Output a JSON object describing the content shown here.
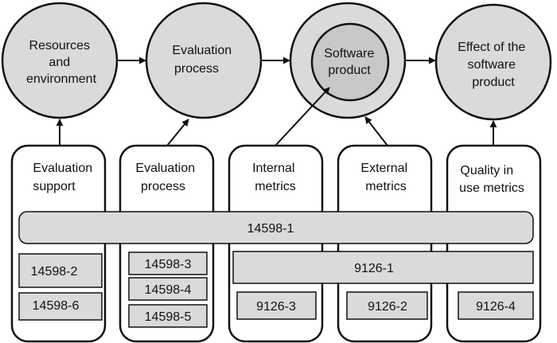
{
  "colors": {
    "fill": "#dadada",
    "fill_dark": "#c8c8c8",
    "stroke": "#111111",
    "background": "#ffffff"
  },
  "stages": {
    "resources": [
      "Resources",
      "and",
      "environment"
    ],
    "evaluation_process": [
      "Evaluation",
      "process"
    ],
    "software_product": [
      "Software",
      "product"
    ],
    "effect": [
      "Effect of the",
      "software",
      "product"
    ]
  },
  "columns": {
    "evaluation_support": [
      "Evaluation",
      "support"
    ],
    "evaluation_process": [
      "Evaluation",
      "process"
    ],
    "internal_metrics": [
      "Internal",
      "metrics"
    ],
    "external_metrics": [
      "External",
      "metrics"
    ],
    "quality_in_use": [
      "Quality in",
      "use metrics"
    ]
  },
  "standards": {
    "iso_14598_1": "14598-1",
    "iso_14598_2": "14598-2",
    "iso_14598_3": "14598-3",
    "iso_14598_4": "14598-4",
    "iso_14598_5": "14598-5",
    "iso_14598_6": "14598-6",
    "iso_9126_1": "9126-1",
    "iso_9126_2": "9126-2",
    "iso_9126_3": "9126-3",
    "iso_9126_4": "9126-4"
  }
}
